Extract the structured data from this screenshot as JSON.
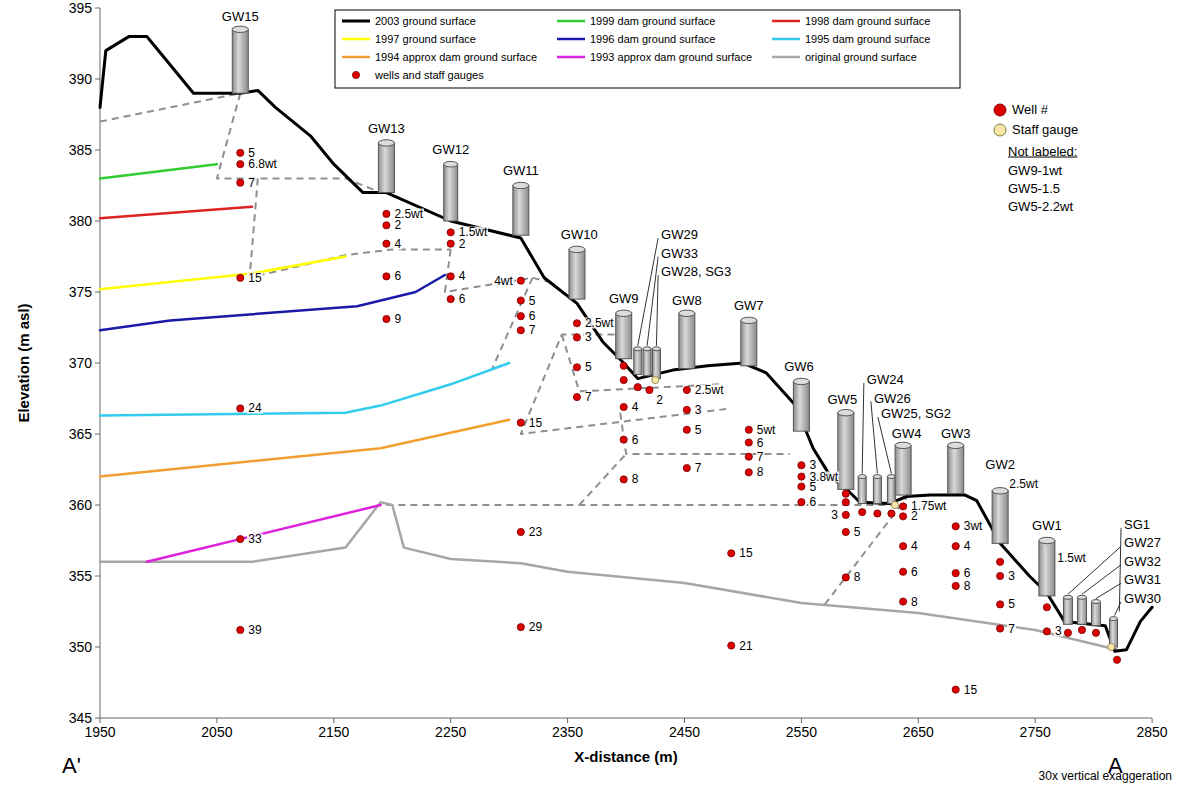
{
  "diagram": {
    "labels": [
      "395",
      "390",
      "385",
      "380",
      "375",
      "370",
      "365",
      "360",
      "355",
      "350",
      "345",
      "1950",
      "2050",
      "2150",
      "2250",
      "2350",
      "2450",
      "2550",
      "2650",
      "2750",
      "2850",
      "Elevation (m asl)",
      "X-distance (m)",
      "A'",
      "A",
      "30x vertical exaggeration",
      "GW15",
      "GW13",
      "GW12",
      "GW11",
      "GW10",
      "GW9",
      "GW29",
      "GW33",
      "GW28, SG3",
      "GW8",
      "GW7",
      "GW6",
      "GW5",
      "GW24",
      "GW26",
      "GW25, SG2",
      "GW4",
      "GW3",
      "GW2",
      "GW1",
      "SG1",
      "GW27",
      "GW32",
      "GW31",
      "GW30",
      "5",
      "6.8wt",
      "7",
      "15",
      "24",
      "33",
      "39",
      "2.5wt",
      "2",
      "4",
      "6",
      "9",
      "1.5wt",
      "2",
      "4",
      "6",
      "4wt",
      "5",
      "6",
      "7",
      "15",
      "23",
      "29",
      "2.5wt",
      "3",
      "5",
      "7",
      "2",
      "4",
      "6",
      "8",
      "2.5wt",
      "3",
      "5",
      "7",
      "15",
      "21",
      "5wt",
      "6",
      "7",
      "8",
      "3",
      "3.8wt",
      "5",
      "6",
      "3",
      "5",
      "8",
      "1.75wt",
      "2",
      "4",
      "6",
      "8",
      "3wt",
      "4",
      "6",
      "8",
      "15",
      "2.5wt",
      "3",
      "5",
      "7",
      "1.5wt",
      "3",
      "Not labeled:",
      "GW9-1wt",
      "GW5-1.5",
      "GW5-2.2wt"
    ],
    "legend": [
      {
        "text": "2003 ground surface",
        "color": "#000000"
      },
      {
        "text": "1999 dam ground surface",
        "color": "#33cc33"
      },
      {
        "text": "1998 dam ground surface",
        "color": "#dd2222"
      },
      {
        "text": "1997 ground surface",
        "color": "#ffff00"
      },
      {
        "text": "1996 dam ground surface",
        "color": "#1a1aa8"
      },
      {
        "text": "1995 dam ground surface",
        "color": "#33ccee"
      },
      {
        "text": "1994 approx dam ground surface",
        "color": "#f0a030"
      },
      {
        "text": "1993 approx dam ground surface",
        "color": "#dd22dd"
      },
      {
        "text": "original ground surface",
        "color": "#a6a6a6"
      },
      {
        "text": "wells and staff gauges",
        "color": "#dd0000"
      },
      {
        "text": "Well #",
        "color": "#dd0000"
      },
      {
        "text": "Staff gauge",
        "color": "#f5e6a8"
      }
    ]
  }
}
